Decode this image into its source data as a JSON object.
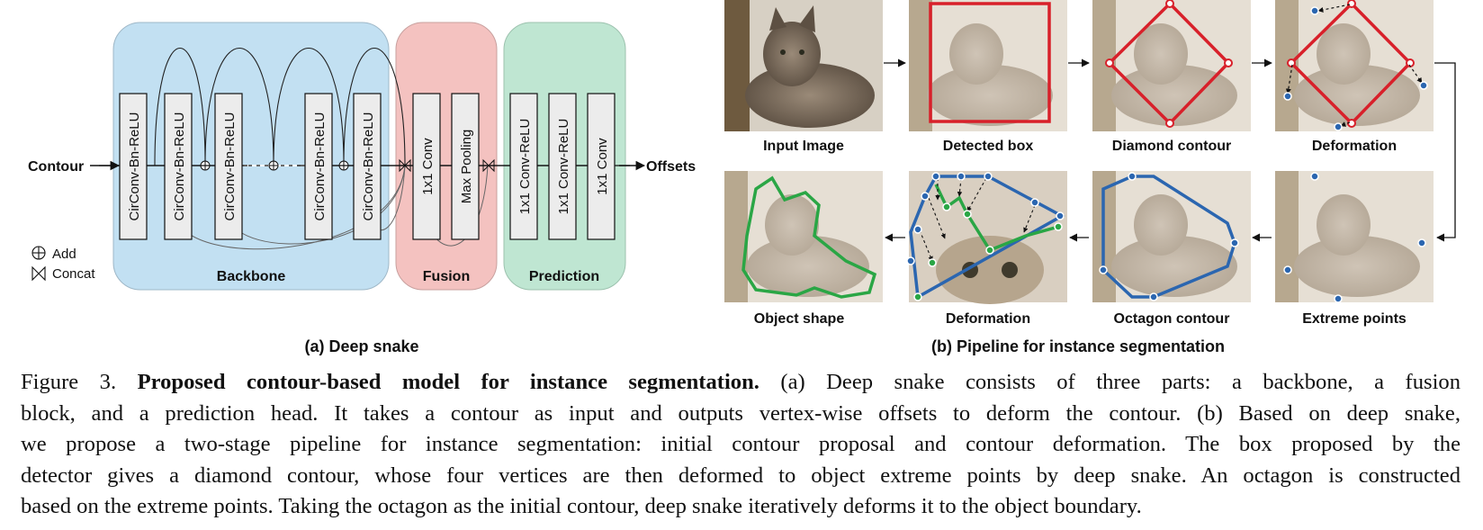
{
  "panel_a": {
    "input_label": "Contour",
    "output_label": "Offsets",
    "backbone_layers": [
      "CirConv-Bn-ReLU",
      "CirConv-Bn-ReLU",
      "CirConv-Bn-ReLU",
      "CirConv-Bn-ReLU",
      "CirConv-Bn-ReLU"
    ],
    "fusion_layers": [
      "1x1 Conv",
      "Max Pooling"
    ],
    "prediction_layers": [
      "1x1 Conv-ReLU",
      "1x1 Conv-ReLU",
      "1x1 Conv"
    ],
    "backbone_label": "Backbone",
    "fusion_label": "Fusion",
    "prediction_label": "Prediction",
    "legend_add": "Add",
    "legend_concat": "Concat",
    "caption": "(a) Deep snake",
    "colors": {
      "backbone": "#c2e0f2",
      "fusion": "#f4c2c0",
      "prediction": "#bfe6d2"
    }
  },
  "panel_b": {
    "tiles": [
      "Input Image",
      "Detected box",
      "Diamond contour",
      "Deformation",
      "Object shape",
      "Deformation",
      "Octagon contour",
      "Extreme points"
    ],
    "caption": "(b) Pipeline for instance segmentation",
    "colors": {
      "box": "#d8202a",
      "octagon": "#2b66b0",
      "shape": "#2aa645"
    }
  },
  "figure_caption": {
    "prefix": "Figure 3.",
    "title": "Proposed contour-based model for instance segmentation.",
    "line1_rest": "(a) Deep snake consists of three parts: a backbone, a fusion",
    "line2": "block, and a prediction head. It takes a contour as input and outputs vertex-wise offsets to deform the contour. (b) Based on deep snake,",
    "line3": "we propose a two-stage pipeline for instance segmentation: initial contour proposal and contour deformation. The box proposed by the",
    "line4": "detector gives a diamond contour, whose four vertices are then deformed to object extreme points by deep snake. An octagon is constructed",
    "line5": "based on the extreme points. Taking the octagon as the initial contour, deep snake iteratively deforms it to the object boundary."
  }
}
